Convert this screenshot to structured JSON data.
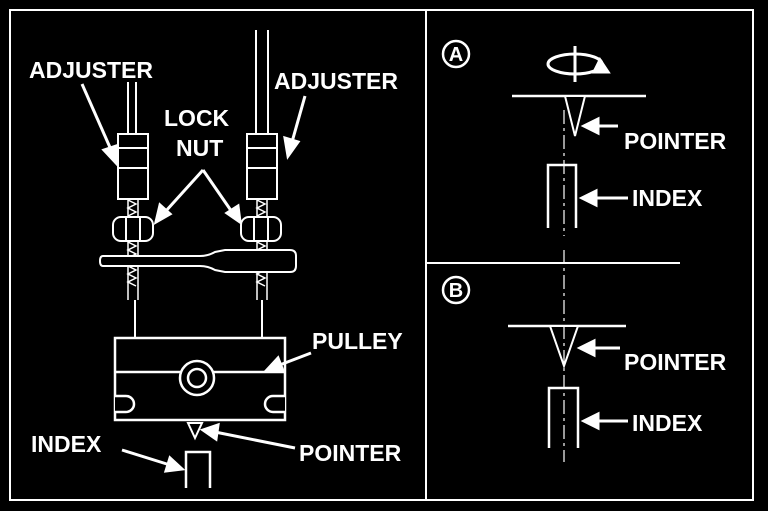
{
  "labels": {
    "adjuster_left": "ADJUSTER",
    "adjuster_right": "ADJUSTER",
    "lock": "LOCK",
    "nut": "NUT",
    "pulley": "PULLEY",
    "index_main": "INDEX",
    "pointer_main": "POINTER",
    "circle_a": "A",
    "pointer_a": "POINTER",
    "index_a": "INDEX",
    "circle_b": "B",
    "pointer_b": "POINTER",
    "index_b": "INDEX"
  },
  "colors": {
    "background": "#000000",
    "line": "#ffffff"
  }
}
